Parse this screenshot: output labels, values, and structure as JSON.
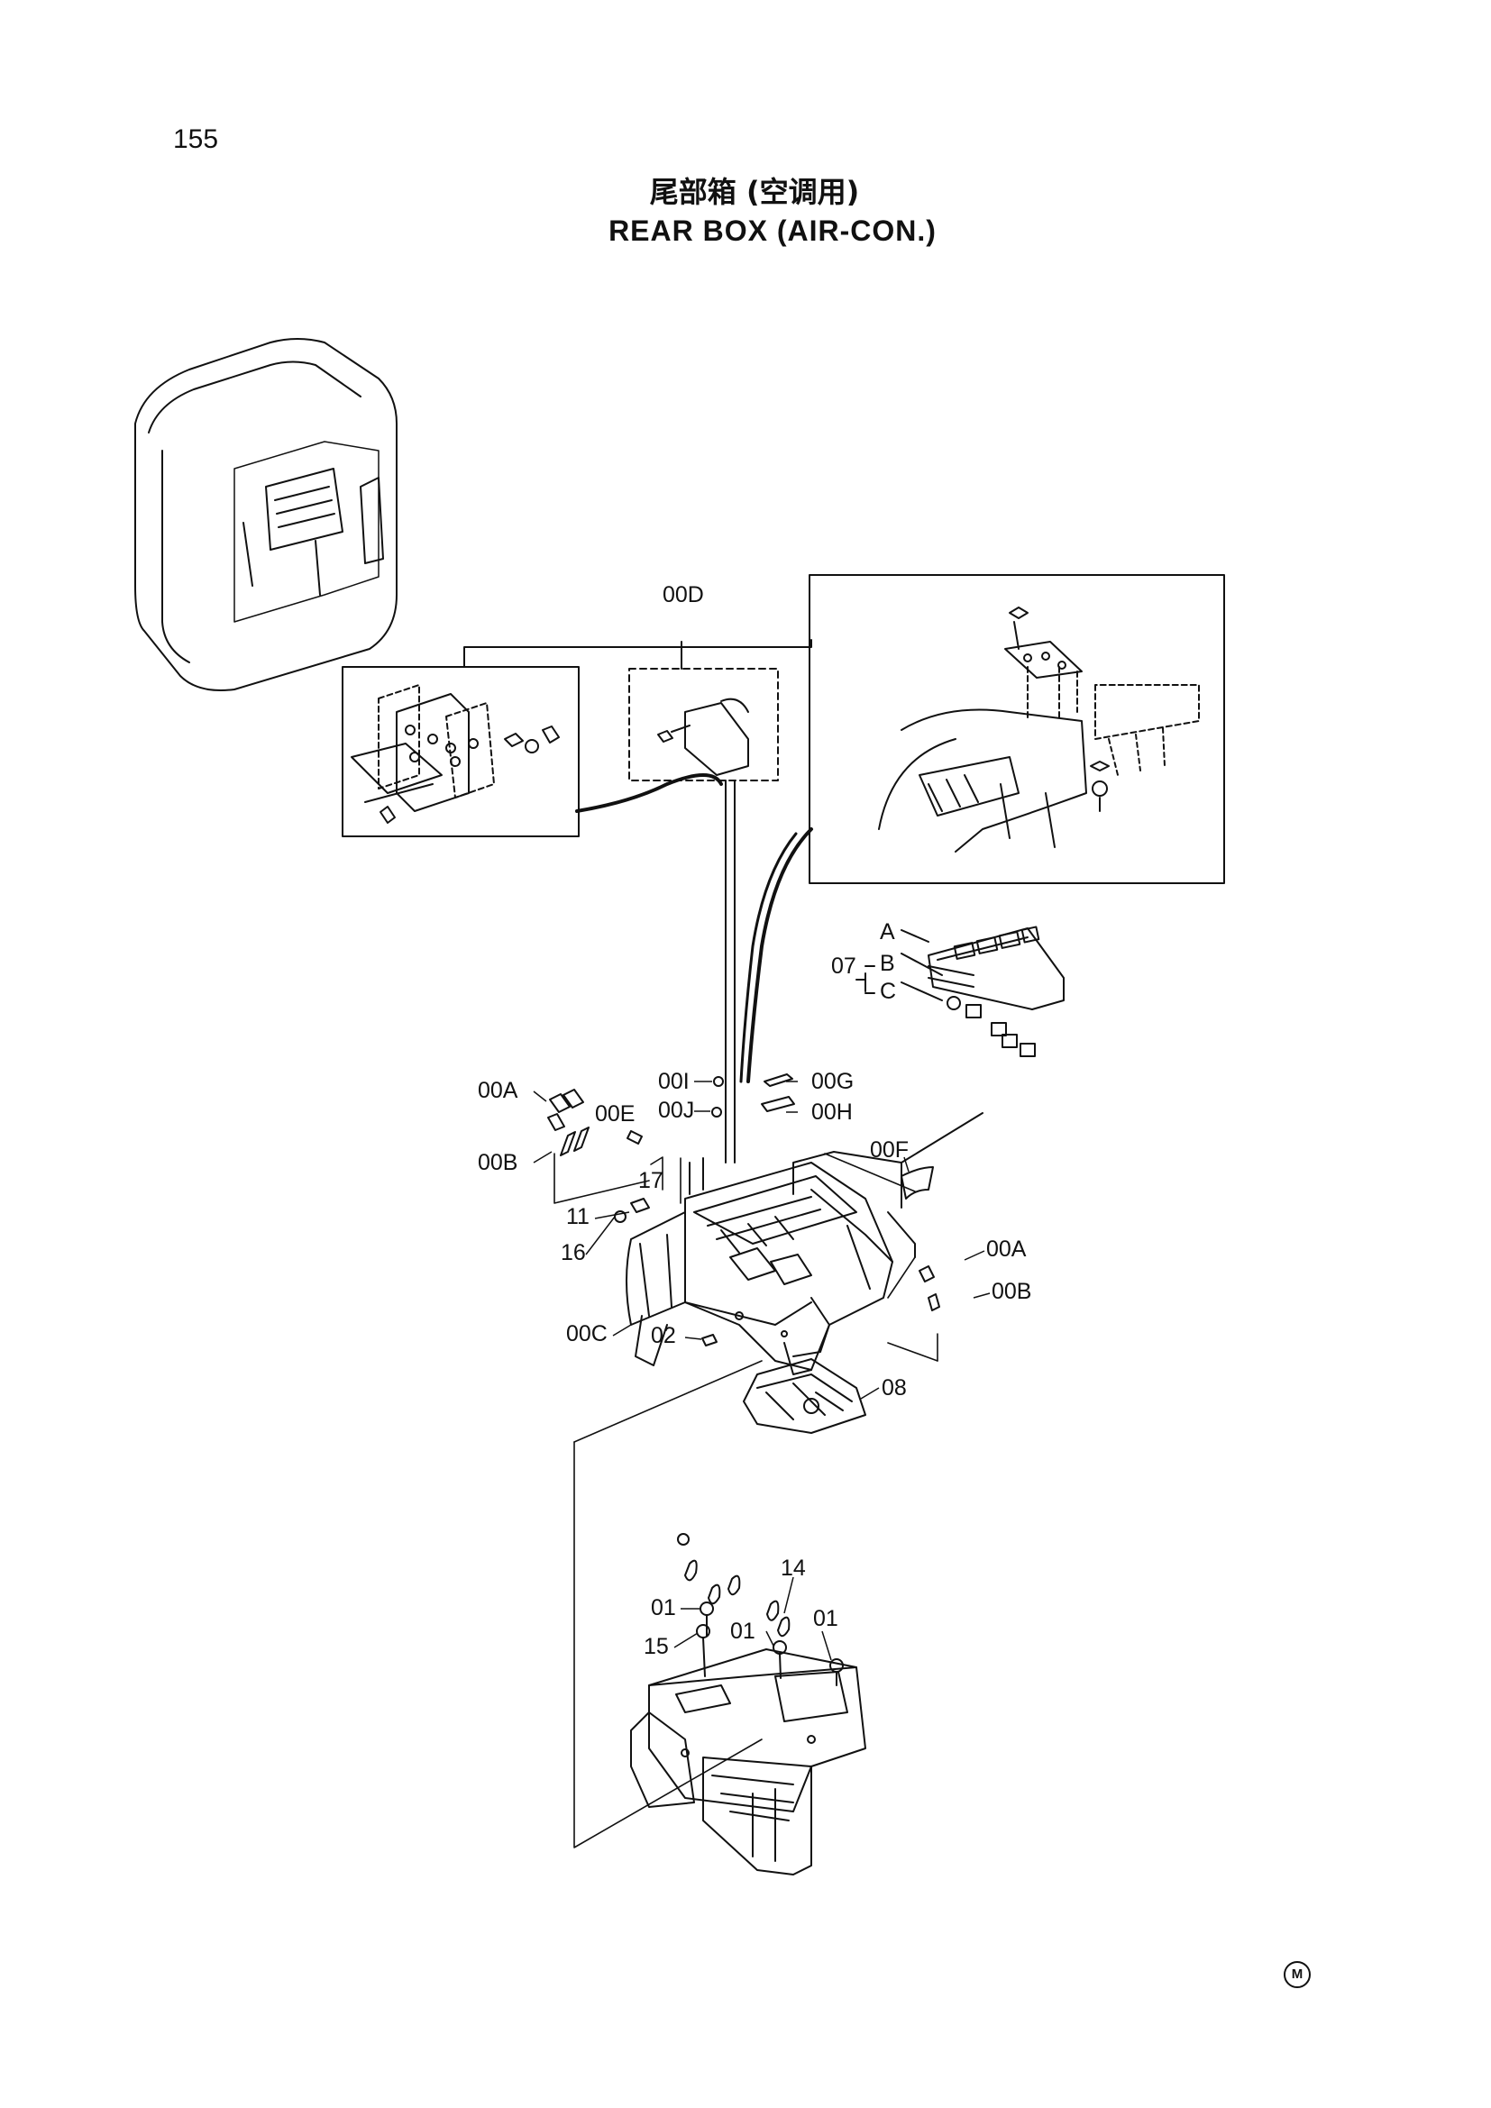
{
  "page": {
    "number": "155"
  },
  "title": {
    "cn": "尾部箱 (空调用)",
    "en": "REAR BOX (AIR-CON.)"
  },
  "labels": {
    "l_00D": "00D",
    "l_07": "07",
    "l_A": "A",
    "l_B": "B",
    "l_C": "C",
    "l_00I": "00I",
    "l_00G": "00G",
    "l_00J": "00J",
    "l_00H": "00H",
    "l_00A_left": "00A",
    "l_00E": "00E",
    "l_00B_left": "00B",
    "l_17": "17",
    "l_00F": "00F",
    "l_11": "11",
    "l_16": "16",
    "l_00A_right": "00A",
    "l_00B_right": "00B",
    "l_00C": "00C",
    "l_02": "02",
    "l_08": "08",
    "l_14": "14",
    "l_01_a": "01",
    "l_15": "15",
    "l_01_b": "01",
    "l_01_c": "01"
  },
  "corner_mark": "M"
}
